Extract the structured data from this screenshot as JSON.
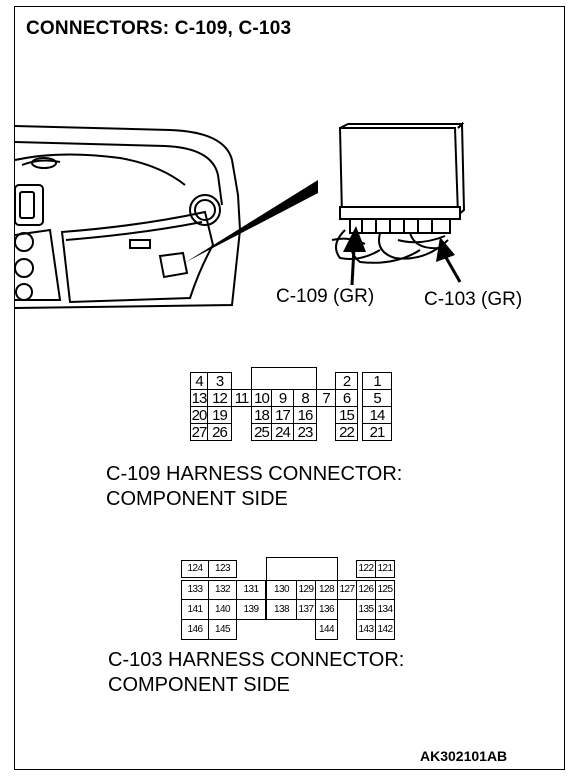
{
  "title": "CONNECTORS: C-109, C-103",
  "callouts": {
    "c109": "C-109 (GR)",
    "c103": "C-103 (GR)"
  },
  "c109": {
    "caption_line1": "C-109 HARNESS CONNECTOR:",
    "caption_line2": "COMPONENT SIDE",
    "pins": [
      "1",
      "2",
      "3",
      "4",
      "5",
      "6",
      "7",
      "8",
      "9",
      "10",
      "11",
      "12",
      "13",
      "14",
      "15",
      "16",
      "17",
      "18",
      "19",
      "20",
      "21",
      "22",
      "23",
      "24",
      "25",
      "26",
      "27"
    ]
  },
  "c103": {
    "caption_line1": "C-103 HARNESS CONNECTOR:",
    "caption_line2": "COMPONENT SIDE",
    "pins": [
      "121",
      "122",
      "123",
      "124",
      "125",
      "126",
      "127",
      "128",
      "129",
      "130",
      "131",
      "132",
      "133",
      "134",
      "135",
      "136",
      "137",
      "138",
      "139",
      "140",
      "141",
      "142",
      "143",
      "144",
      "145",
      "146"
    ]
  },
  "figure_code": "AK302101AB",
  "icons": {
    "dashboard": "dashboard-illustration-icon",
    "ecu": "control-unit-icon",
    "arrows": "pointer-arrow-icon"
  }
}
